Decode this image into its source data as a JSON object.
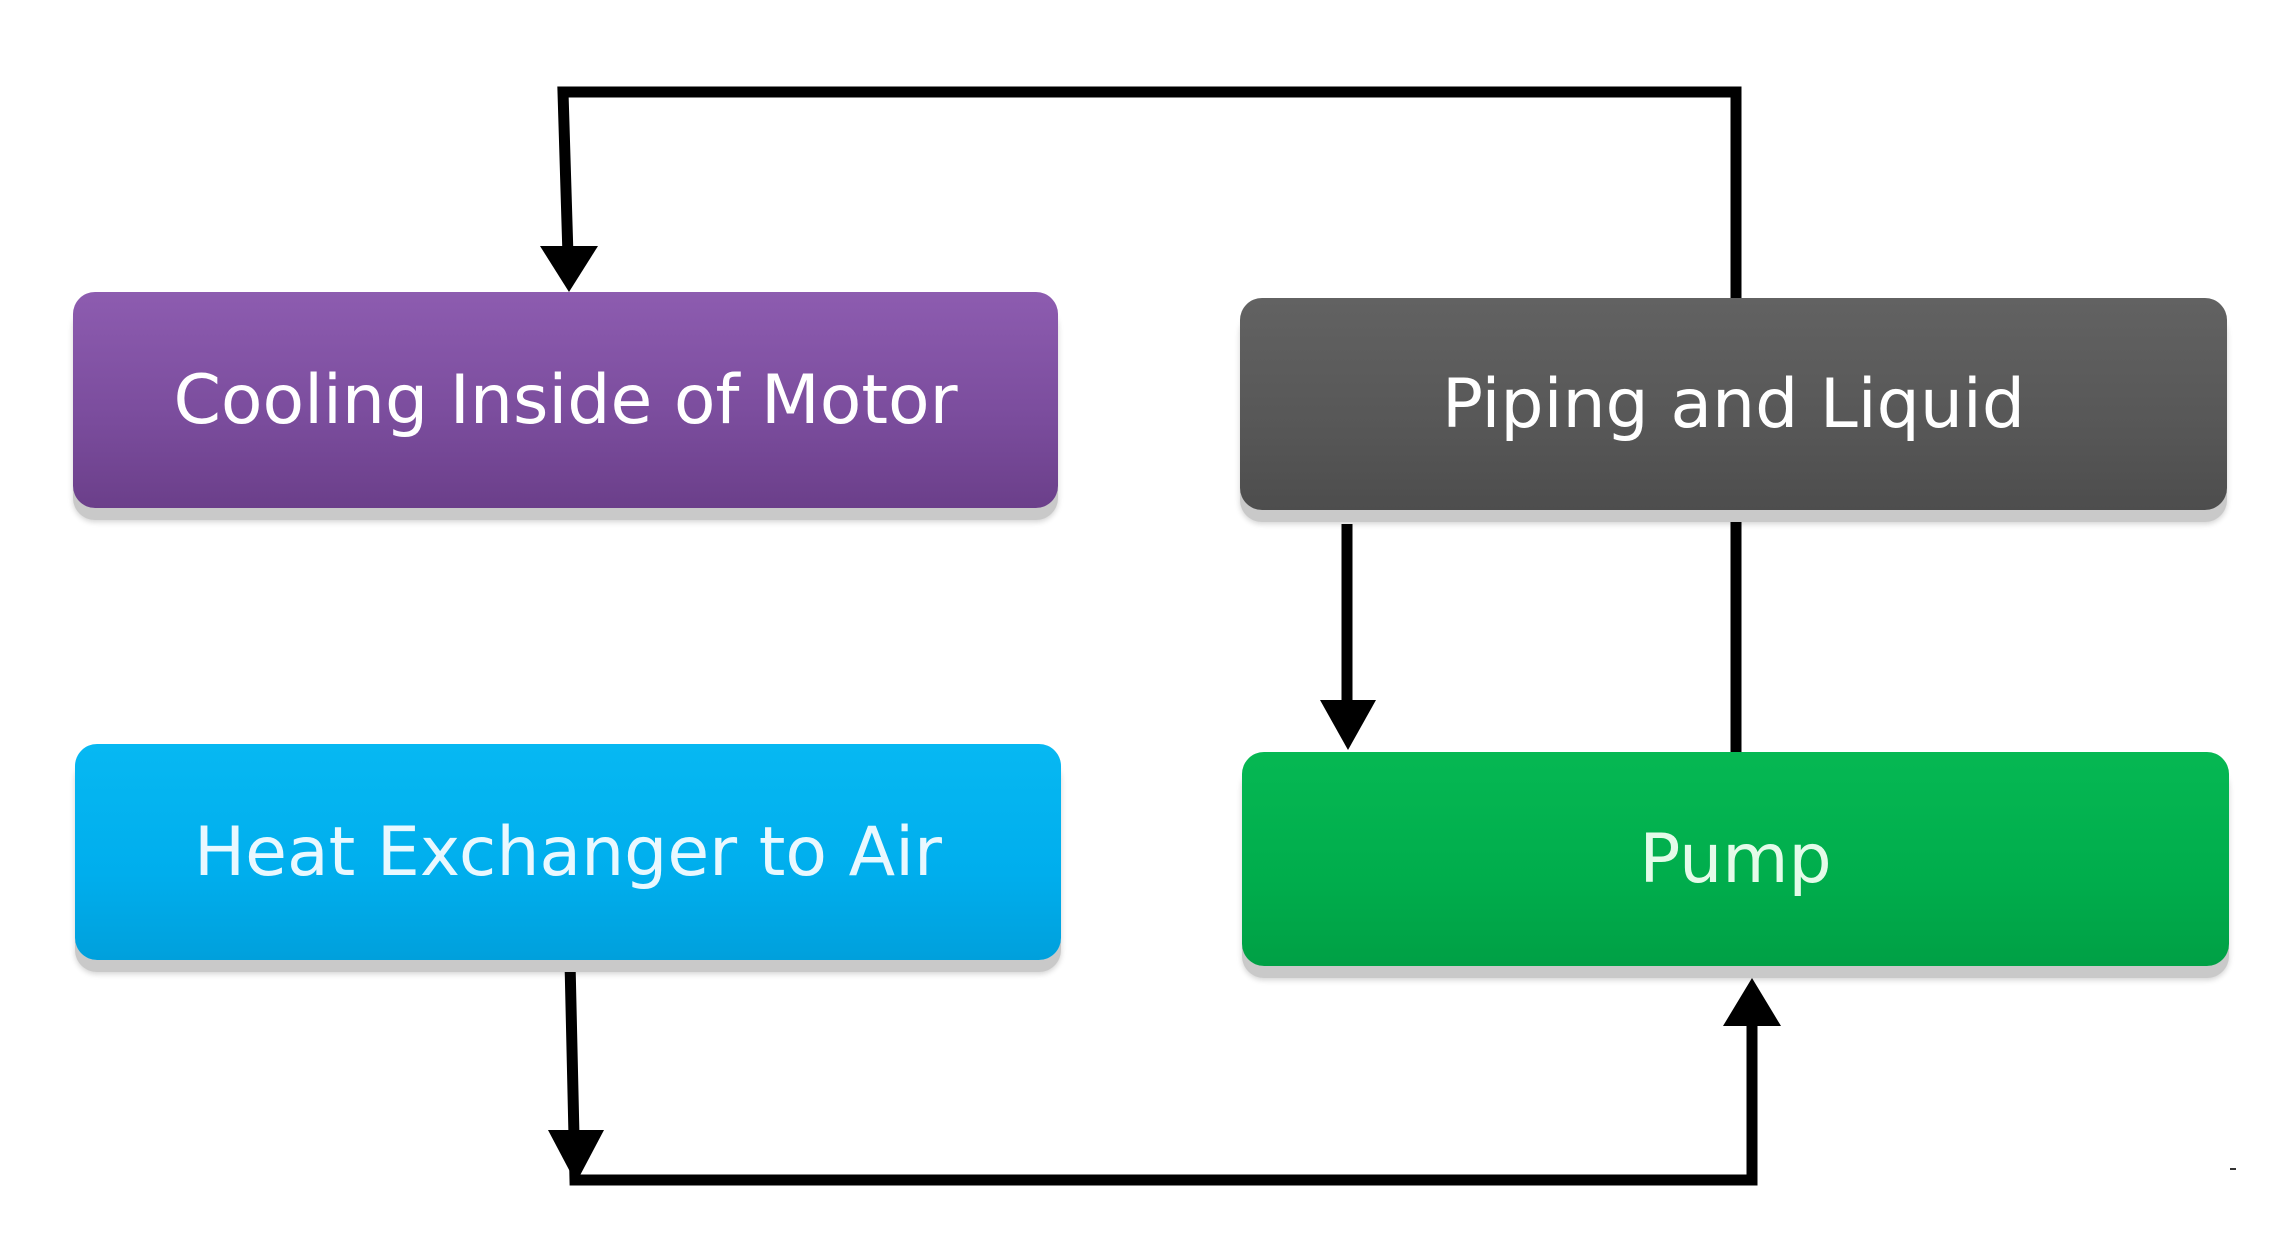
{
  "diagram": {
    "nodes": {
      "cooling": {
        "label": "Cooling Inside of Motor",
        "color": "#7e52a0"
      },
      "piping": {
        "label": "Piping and Liquid",
        "color": "#595959"
      },
      "heat_exchanger": {
        "label": "Heat Exchanger to Air",
        "color": "#00b0f0"
      },
      "pump": {
        "label": "Pump",
        "color": "#00b050"
      }
    },
    "edges": [
      {
        "from": "pump",
        "to": "cooling"
      },
      {
        "from": "piping",
        "to": "pump"
      },
      {
        "from": "heat_exchanger",
        "to": "pump"
      }
    ],
    "line_color": "#000000"
  }
}
